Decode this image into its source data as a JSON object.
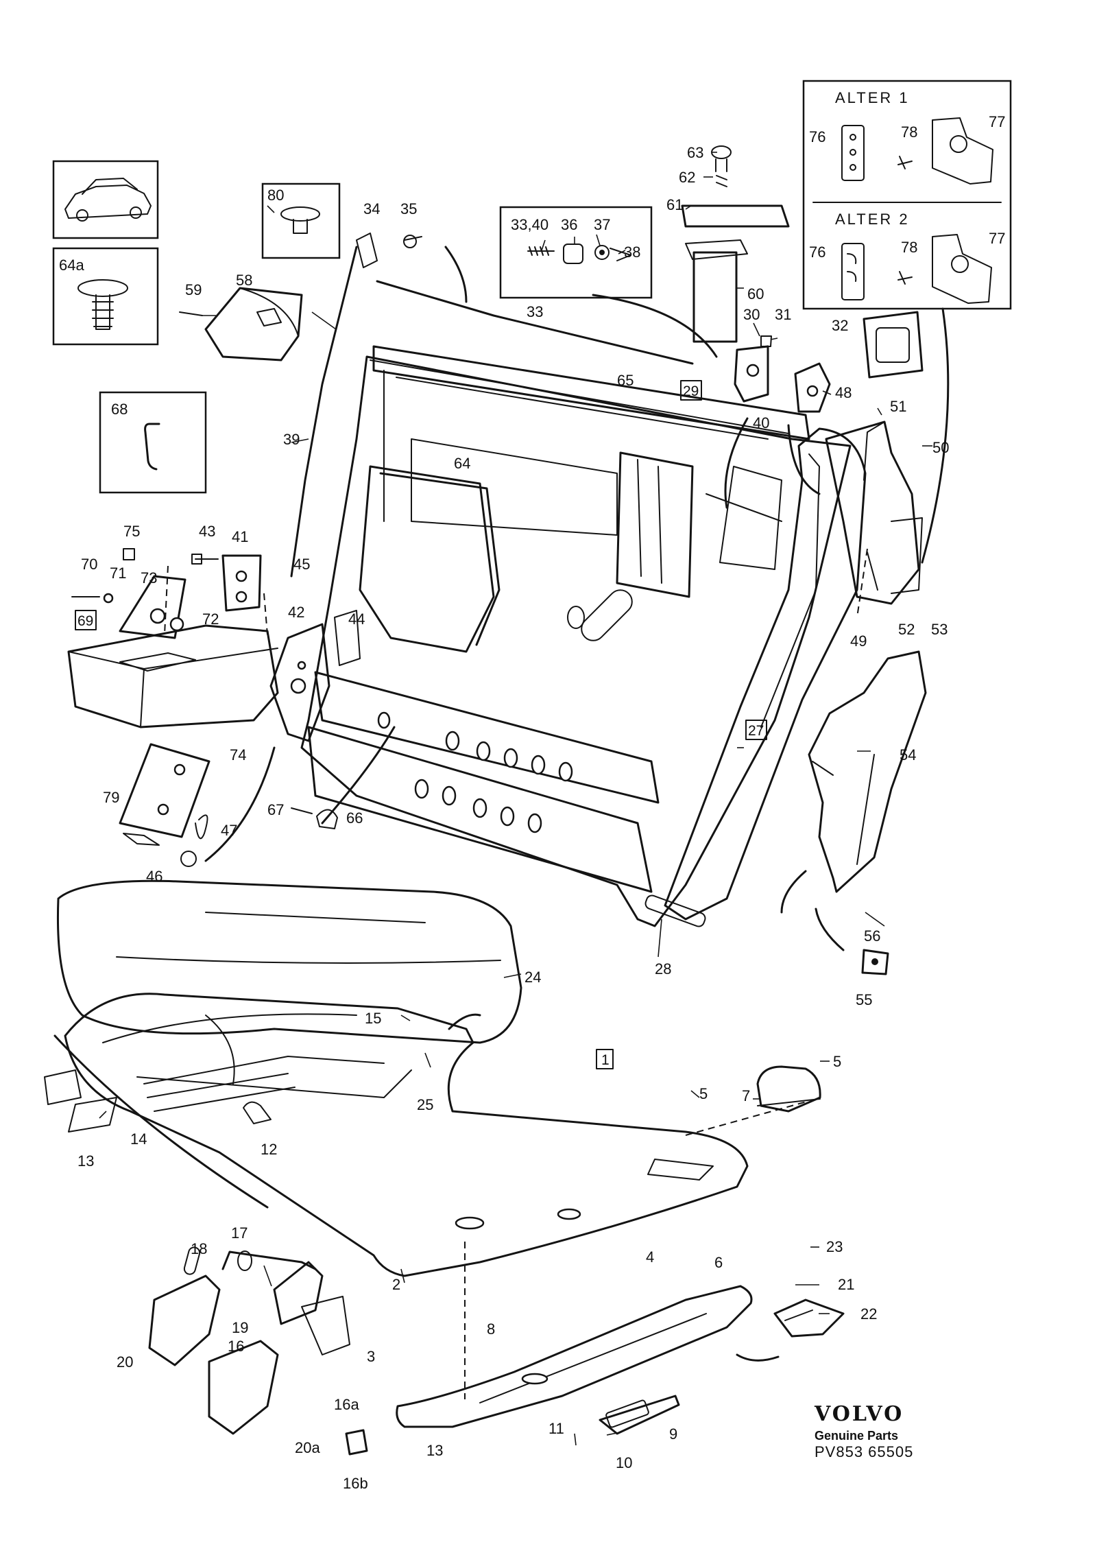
{
  "diagram": {
    "callouts": {
      "c63": "63",
      "c62": "62",
      "c61": "61",
      "c60": "60",
      "c34": "34",
      "c35": "35",
      "c33_40": "33,40",
      "c36": "36",
      "c37": "37",
      "c38": "38",
      "c33": "33",
      "c30": "30",
      "c31": "31",
      "c29": "29",
      "c48": "48",
      "c40": "40",
      "c32": "32",
      "c51": "51",
      "c50": "50",
      "c65": "65",
      "c64": "64",
      "c39": "39",
      "c58": "58",
      "c59": "59",
      "c80": "80",
      "c64a": "64a",
      "c68": "68",
      "c75": "75",
      "c43": "43",
      "c41": "41",
      "c70": "70",
      "c71": "71",
      "c73": "73",
      "c45": "45",
      "c72": "72",
      "c69": "69",
      "c42": "42",
      "c44": "44",
      "c74": "74",
      "c79": "79",
      "c67": "67",
      "c66": "66",
      "c47": "47",
      "c46": "46",
      "c27": "27",
      "c28": "28",
      "c49": "49",
      "c52": "52",
      "c53": "53",
      "c54": "54",
      "c56": "56",
      "c55": "55",
      "c24": "24",
      "c15": "15",
      "c25": "25",
      "c1": "1",
      "c12": "12",
      "c14": "14",
      "c13a": "13",
      "c5a": "5",
      "c5b": "5",
      "c7": "7",
      "c18": "18",
      "c17": "17",
      "c2": "2",
      "c19": "19",
      "c16": "16",
      "c3": "3",
      "c20": "20",
      "c16a": "16a",
      "c20a": "20a",
      "c16b": "16b",
      "c4": "4",
      "c6": "6",
      "c8": "8",
      "c9": "9",
      "c10": "10",
      "c11": "11",
      "c13b": "13",
      "c23": "23",
      "c21": "21",
      "c22": "22",
      "c76a": "76",
      "c78a": "78",
      "c77a": "77",
      "c76b": "76",
      "c78b": "78",
      "c77b": "77"
    },
    "alter1": "ALTER 1",
    "alter2": "ALTER 2",
    "brand": "VOLVO",
    "genuine": "Genuine Parts",
    "ref": "PV853 65505"
  }
}
